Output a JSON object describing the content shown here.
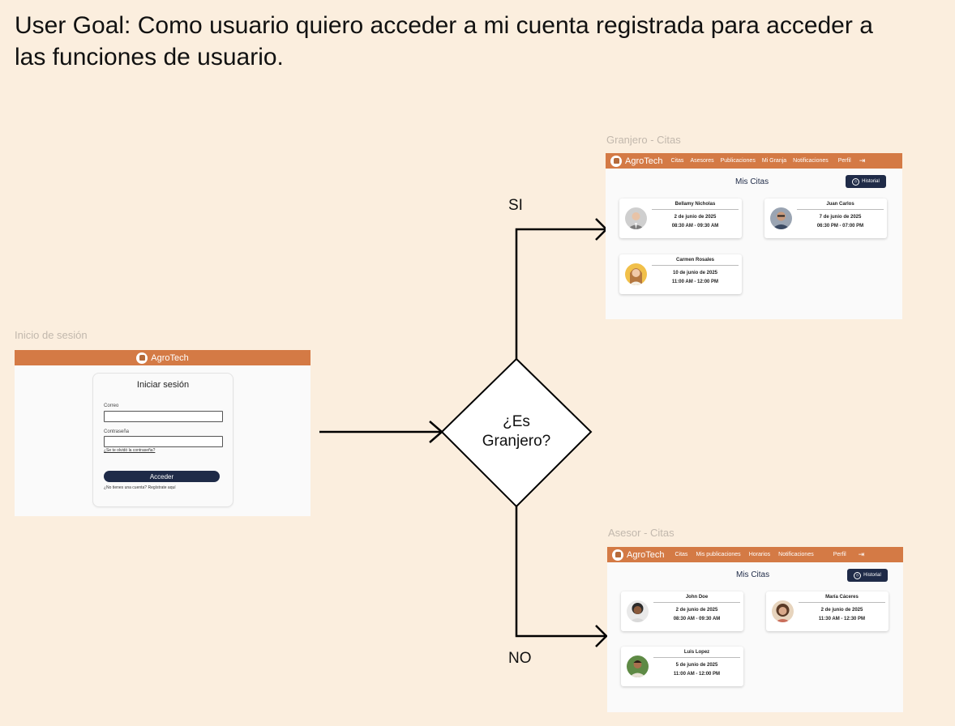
{
  "goal": {
    "line1": "User Goal: Como usuario quiero acceder a mi cuenta registrada para acceder a",
    "line2": "las funciones de usuario."
  },
  "login_frame": {
    "label": "Inicio de sesión",
    "brand": "AgroTech",
    "title": "Iniciar sesión",
    "email_label": "Correo",
    "email_value": "",
    "password_label": "Contraseña",
    "password_value": "",
    "forgot_link": "¿Se te olvidó la contraseña?",
    "submit_label": "Acceder",
    "register_text": "¿No tienes una cuenta? Regístrate aquí"
  },
  "decision": {
    "line1": "¿Es",
    "line2": "Granjero?"
  },
  "yes_label": "SI",
  "no_label": "NO",
  "farmer_frame": {
    "label": "Granjero - Citas",
    "brand": "AgroTech",
    "nav": [
      "Citas",
      "Asesores",
      "Publicaciones",
      "Mi Granja",
      "Notificaciones",
      "Perfil"
    ],
    "logout_icon": "⇥",
    "heading": "Mis Citas",
    "history_button": "Historial",
    "cards": [
      {
        "name": "Bellamy Nicholas",
        "date": "2 de junio de 2025",
        "time": "08:30 AM - 09:30 AM",
        "avatar": "man-gray-suit"
      },
      {
        "name": "Juan Carlos",
        "date": "7 de junio de 2025",
        "time": "06:30 PM - 07:00 PM",
        "avatar": "man-glasses"
      },
      {
        "name": "Carmen Rosales",
        "date": "10 de junio de 2025",
        "time": "11:00 AM - 12:00 PM",
        "avatar": "woman-yellow"
      }
    ]
  },
  "advisor_frame": {
    "label": "Asesor - Citas",
    "brand": "AgroTech",
    "nav": [
      "Citas",
      "Mis publicaciones",
      "Horarios",
      "Notificaciones",
      "Perfil"
    ],
    "logout_icon": "⇥",
    "heading": "Mis Citas",
    "history_button": "Historial",
    "cards": [
      {
        "name": "John Doe",
        "date": "2 de junio de 2025",
        "time": "08:30 AM - 09:30 AM",
        "avatar": "man-curly"
      },
      {
        "name": "María Cáceres",
        "date": "2 de junio de 2025",
        "time": "11:30 AM - 12:30 PM",
        "avatar": "woman-curly"
      },
      {
        "name": "Luis Lopez",
        "date": "5 de junio de 2025",
        "time": "11:00 AM - 12:00 PM",
        "avatar": "man-green"
      }
    ]
  }
}
